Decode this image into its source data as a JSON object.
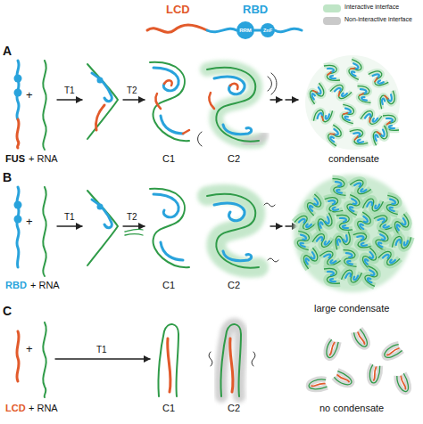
{
  "diagram": {
    "labels": [
      "LCD",
      "RBD",
      "RRM",
      "ZnF",
      "A",
      "+",
      "FUS",
      "+ RNA",
      "T1",
      "T2",
      "C1",
      "C2",
      "condensate",
      "B",
      "+",
      "RBD",
      "+ RNA",
      "T1",
      "T2",
      "C1",
      "C2",
      "large condensate",
      "C",
      "+",
      "LCD",
      "+ RNA",
      "T1",
      "C1",
      "C2",
      "no condensate"
    ],
    "legend": [
      {
        "text": "Interactive interface",
        "color": "#bfe5c6"
      },
      {
        "text": "Non-interactive interface",
        "color": "#c9c9c9"
      }
    ]
  }
}
